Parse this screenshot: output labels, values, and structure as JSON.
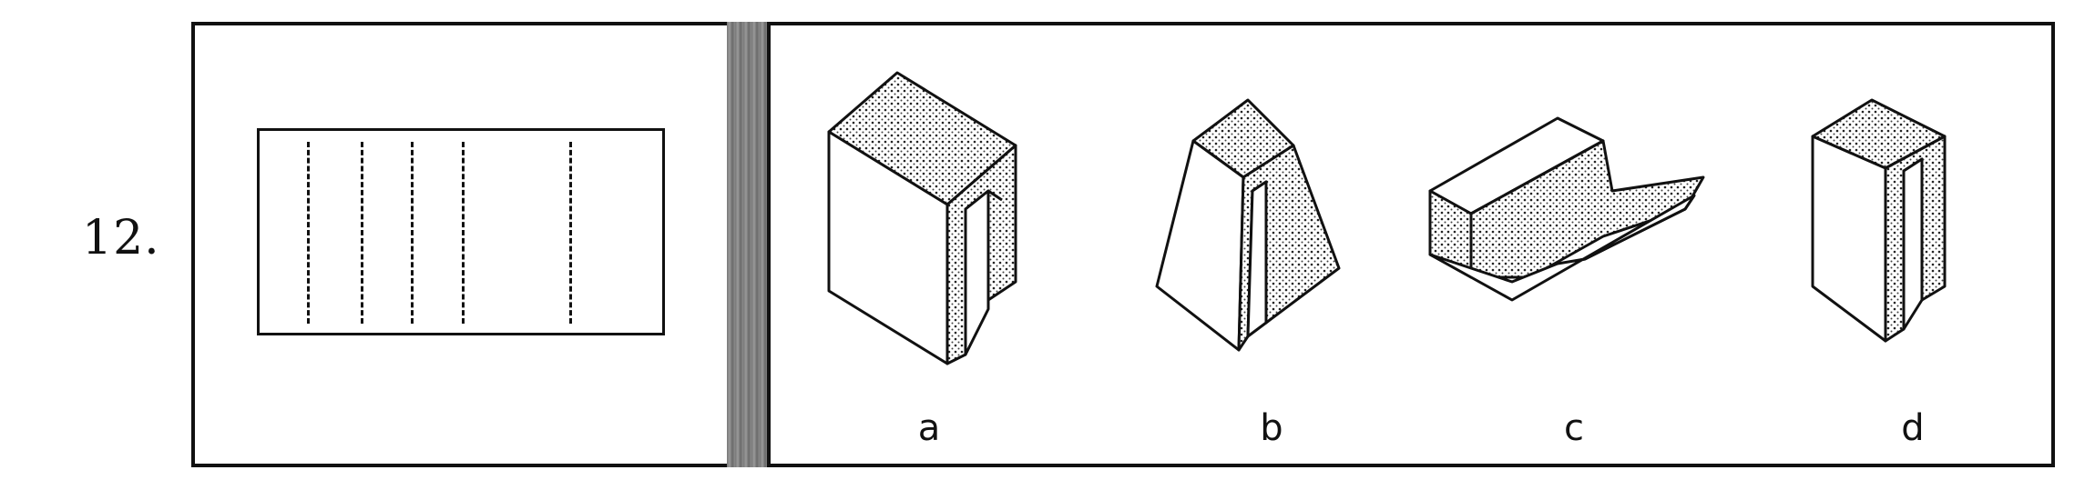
{
  "question": {
    "number": "12."
  },
  "unfolded_sheet": {
    "fold_lines": 5
  },
  "options": [
    {
      "label": "a",
      "shape": "tall-open-box-with-inner-channel"
    },
    {
      "label": "b",
      "shape": "tapered-prism-with-channel"
    },
    {
      "label": "c",
      "shape": "lying-trough-with-ridge"
    },
    {
      "label": "d",
      "shape": "narrow-box-with-inner-channel"
    }
  ]
}
